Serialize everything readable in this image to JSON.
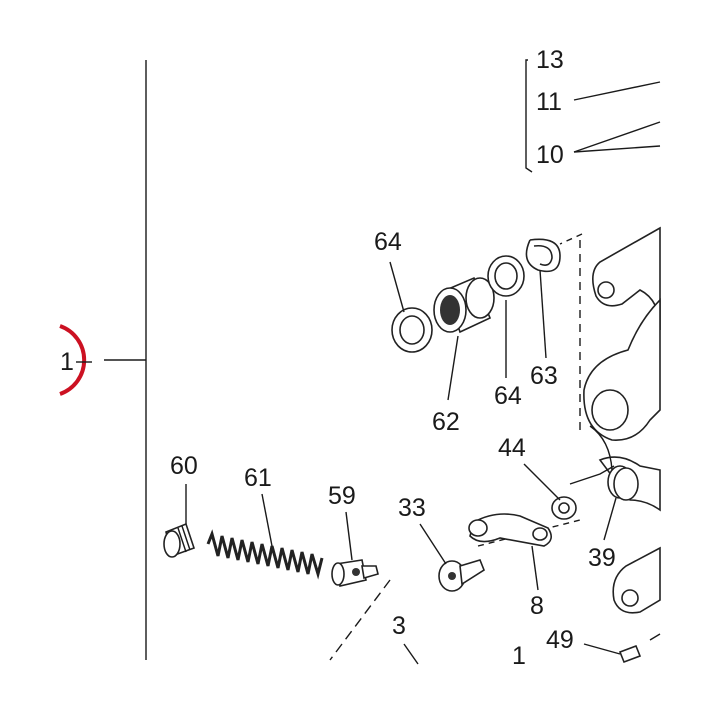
{
  "diagram": {
    "callout": {
      "label": "1",
      "color": "#cc1122"
    },
    "part_labels": {
      "p13": "13",
      "p11": "11",
      "p10": "10",
      "p64a": "64",
      "p64b": "64",
      "p63": "63",
      "p62": "62",
      "p44": "44",
      "p39": "39",
      "p60": "60",
      "p61": "61",
      "p59": "59",
      "p33": "33",
      "p8": "8",
      "p3": "3",
      "p49": "49",
      "p1b": "1"
    }
  }
}
